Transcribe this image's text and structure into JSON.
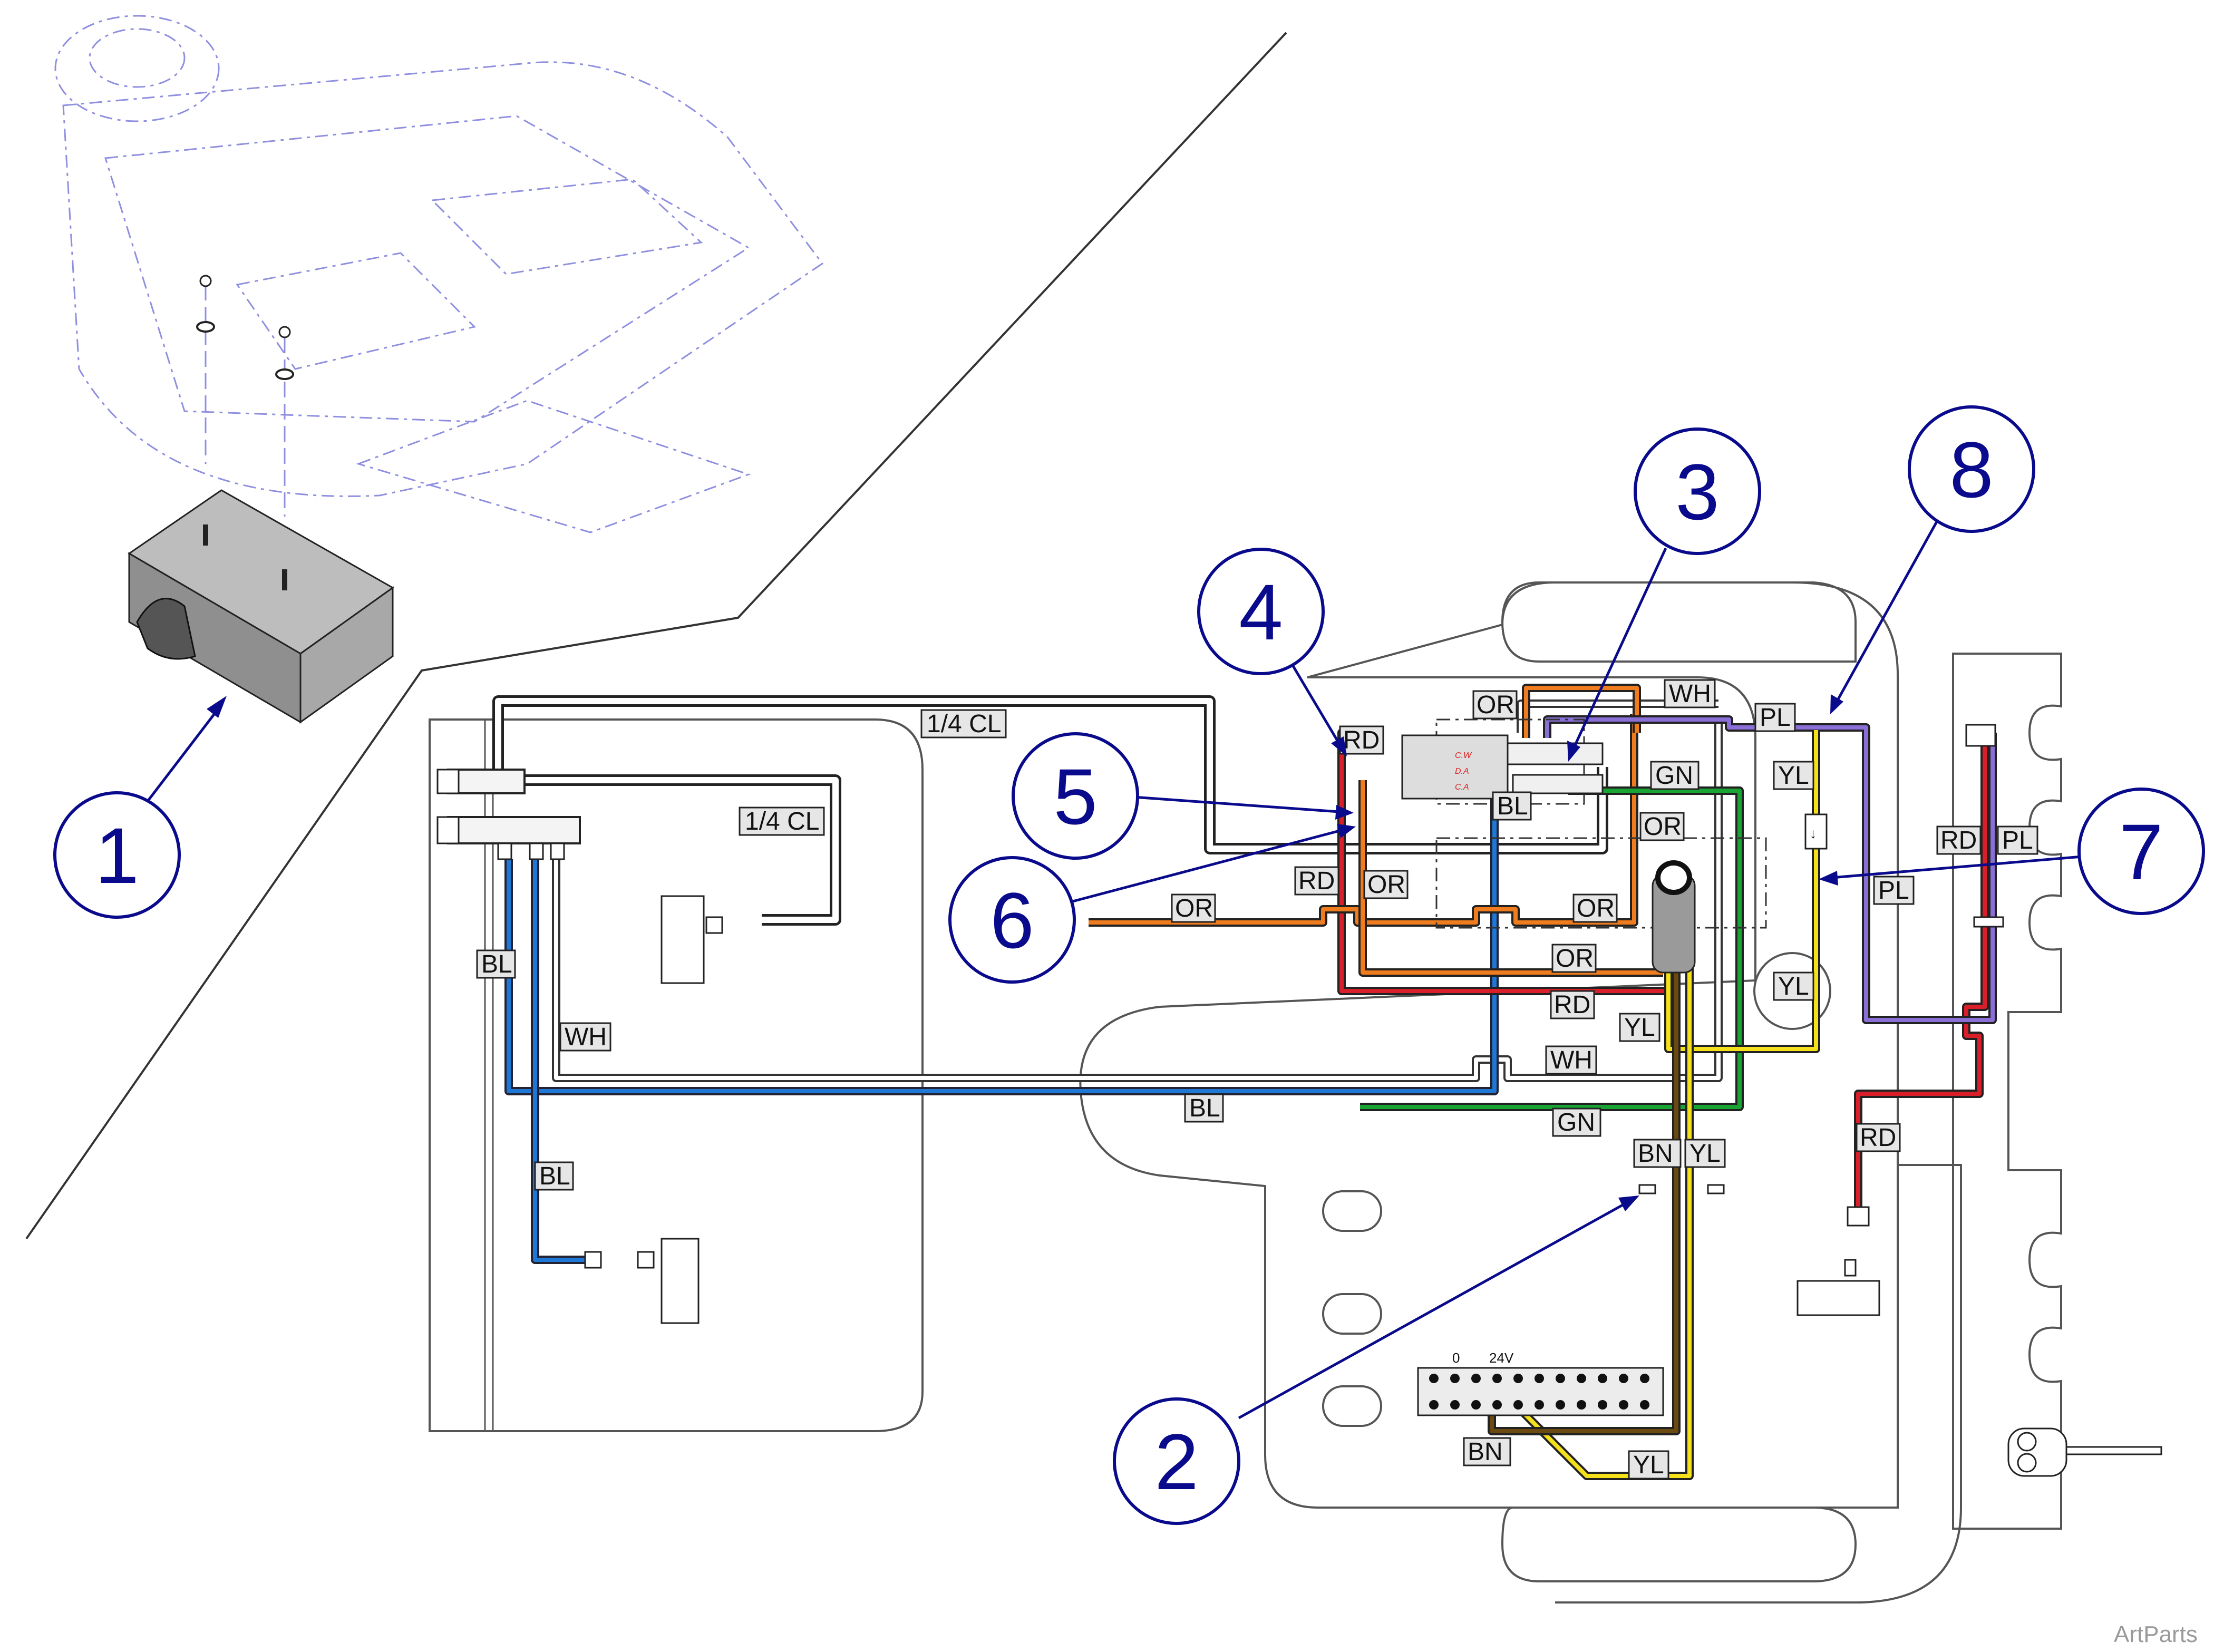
{
  "colors": {
    "red": "#d9202a",
    "orange": "#ef7d1f",
    "green": "#19a534",
    "blue": "#1f78d6",
    "yellow": "#f5e11b",
    "purple": "#8a6fd6",
    "brown": "#5a3e10",
    "callout": "#0a0a8c"
  },
  "callouts": [
    "1",
    "2",
    "3",
    "4",
    "5",
    "6",
    "7",
    "8"
  ],
  "tube_labels": {
    "cl_1": "1/4 CL",
    "cl_2": "1/4 CL",
    "bl_1": "BL",
    "bl_2": "BL",
    "bl_3": "BL",
    "bl_4": "BL",
    "wh_1": "WH",
    "wh_2": "WH",
    "wh_3": "WH",
    "rd_1": "RD",
    "rd_2": "RD",
    "rd_3": "RD",
    "rd_4": "RD",
    "rd_5": "RD",
    "or_1": "OR",
    "or_2": "OR",
    "or_3": "OR",
    "or_4": "OR",
    "or_5": "OR",
    "or_6": "OR",
    "gn_1": "GN",
    "gn_2": "GN",
    "pl_1": "PL",
    "pl_2": "PL",
    "pl_3": "PL",
    "yl_1": "YL",
    "yl_2": "YL",
    "yl_3": "YL",
    "yl_4": "YL",
    "yl_5": "YL",
    "bn_1": "BN",
    "bn_2": "BN"
  },
  "terminal_labels": {
    "zero": "0",
    "volts": "24V"
  },
  "valve_marks": {
    "cw": "C.W",
    "da": "D.A",
    "ca": "C.A"
  },
  "watermark": "ArtParts"
}
